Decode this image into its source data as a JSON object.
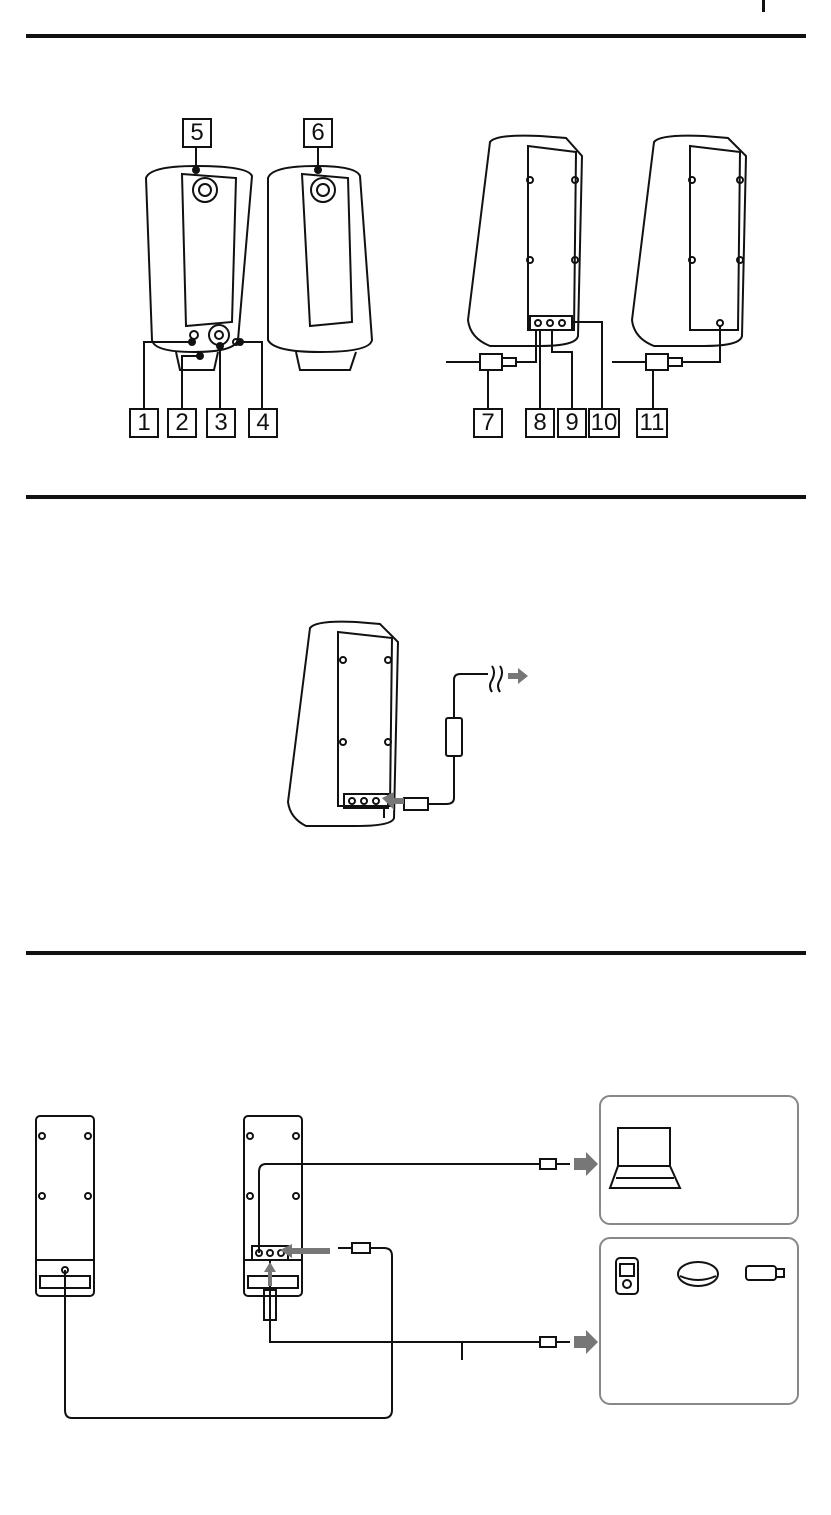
{
  "page": {
    "sections": [
      {
        "id": "parts"
      },
      {
        "id": "power"
      },
      {
        "id": "connections"
      }
    ]
  },
  "callouts": {
    "c1": "1",
    "c2": "2",
    "c3": "3",
    "c4": "4",
    "c5": "5",
    "c6": "6",
    "c7": "7",
    "c8": "8",
    "c9": "9",
    "c10": "10",
    "c11": "11"
  },
  "colors": {
    "ink": "#111111",
    "arrow": "#777777",
    "panel_border": "#888888"
  },
  "icons": [
    "speaker-front-icon",
    "speaker-rear-icon",
    "plug-icon",
    "ac-adaptor-icon",
    "laptop-icon",
    "digital-music-player-icon",
    "cd-player-icon",
    "usb-stick-icon"
  ]
}
